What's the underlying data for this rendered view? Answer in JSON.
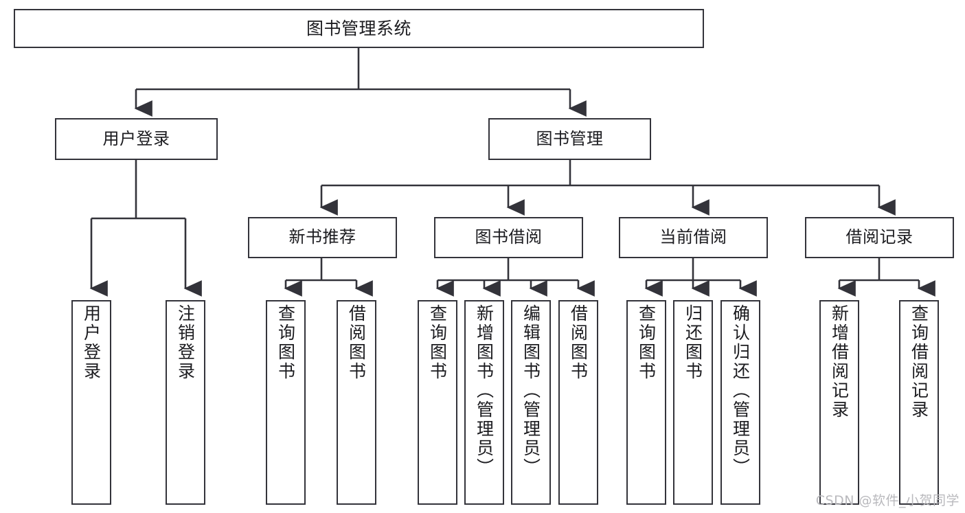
{
  "diagram": {
    "type": "tree-hierarchy-chart",
    "title": "图书管理系统",
    "orientation": "top-down",
    "colors": {
      "box_border": "#33333a",
      "box_fill": "#ffffff",
      "edge": "#33333a",
      "text": "#1b1b1f",
      "watermark": "#b9b9bd"
    },
    "nodes": {
      "root": {
        "label": "图书管理系统"
      },
      "level2": [
        {
          "id": "user-login",
          "label": "用户登录"
        },
        {
          "id": "book-management",
          "label": "图书管理"
        }
      ],
      "level3": [
        {
          "id": "new-book-recommend",
          "label": "新书推荐"
        },
        {
          "id": "book-borrow",
          "label": "图书借阅"
        },
        {
          "id": "current-borrow",
          "label": "当前借阅"
        },
        {
          "id": "borrow-record",
          "label": "借阅记录"
        }
      ],
      "leaves": {
        "user_login": [
          {
            "id": "leaf-user-login",
            "label": "用户登录"
          },
          {
            "id": "leaf-logout",
            "label": "注销登录"
          }
        ],
        "new_book_recommend": [
          {
            "id": "leaf-query-book-1",
            "label": "查询图书"
          },
          {
            "id": "leaf-borrow-book-1",
            "label": "借阅图书"
          }
        ],
        "book_borrow": [
          {
            "id": "leaf-query-book-2",
            "label": "查询图书"
          },
          {
            "id": "leaf-add-book",
            "label": "新增图书（管理员）"
          },
          {
            "id": "leaf-edit-book",
            "label": "编辑图书（管理员）"
          },
          {
            "id": "leaf-borrow-book-2",
            "label": "借阅图书"
          }
        ],
        "current_borrow": [
          {
            "id": "leaf-query-book-3",
            "label": "查询图书"
          },
          {
            "id": "leaf-return-book",
            "label": "归还图书"
          },
          {
            "id": "leaf-confirm-return",
            "label": "确认归还（管理员）"
          }
        ],
        "borrow_record": [
          {
            "id": "leaf-add-record",
            "label": "新增借阅记录"
          },
          {
            "id": "leaf-query-record",
            "label": "查询借阅记录"
          }
        ]
      }
    },
    "watermark": "CSDN @软件_小贺同学"
  }
}
